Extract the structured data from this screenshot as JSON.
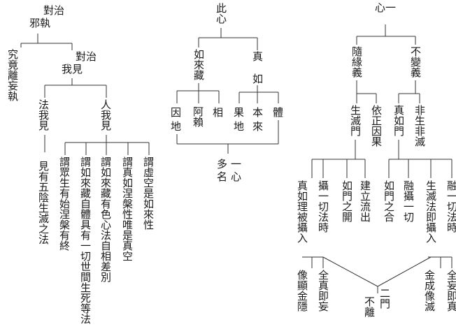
{
  "colors": {
    "ink": "#1a1a1a",
    "line": "#333333",
    "paper": "#ffffff"
  },
  "left": {
    "top_h1": "對治",
    "top_h2": "邪執",
    "n_jiujing": "究竟離妄執",
    "n_duizhi2": "對治",
    "n_wojian": "我見",
    "n_fawojian": "法我見",
    "n_renwojian": "人我見",
    "n_wuyin": "見有五陰生滅之法",
    "n_p1": "謂眾生有始涅槃有終",
    "n_p2": "謂如來藏自體具有一切世間生死等法",
    "n_p3": "謂如來藏有色心法自相差別",
    "n_p4": "謂真如涅槃性唯是真空",
    "n_p5": "謂虛空是如來性"
  },
  "middle": {
    "h1": "此心",
    "n_rulai": "如來藏",
    "n_zhen": "真",
    "n_ru": "如",
    "n_yin": "因",
    "n_di1": "地",
    "n_alai": "阿賴",
    "n_xiang": "相",
    "n_guo": "果",
    "n_di2": "地",
    "n_ben": "本",
    "n_lai": "來",
    "n_ti": "體",
    "n_duo": "多",
    "n_ming": "名",
    "n_yi": "一",
    "n_xin": "心"
  },
  "right": {
    "h1": "心一",
    "n_suiyuan": "隨緣義",
    "n_bubian": "不變義",
    "n_shengmie": "生滅門",
    "n_yizheng": "依正因果",
    "n_zhenru": "真如門",
    "n_feisheng": "非生非滅",
    "n_r1": "真如理被攝入",
    "n_r2": "攝一切法時",
    "n_r3": "如門之開",
    "n_r4": "建立流出",
    "n_r5": "如門之合",
    "n_r6": "融攝一切",
    "n_r7": "生滅法即攝入",
    "n_r8": "融一切法時",
    "n_b1": "像顯金隱",
    "n_b2": "全真即妄",
    "n_b3": "不離",
    "n_b4": "二門",
    "n_b5": "金成像滅",
    "n_b6": "全妄即真"
  }
}
